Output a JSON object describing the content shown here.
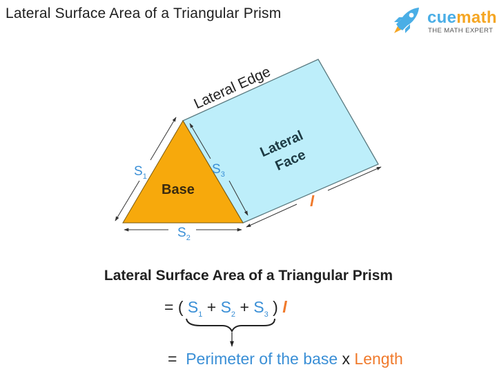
{
  "header": {
    "title": "Lateral Surface Area of a Triangular Prism"
  },
  "logo": {
    "icon": "rocket-icon",
    "word_part1": "cue",
    "word_part2": "math",
    "tagline": "THE MATH EXPERT",
    "colors": {
      "blue": "#4aaee6",
      "orange": "#f5a623"
    }
  },
  "diagram": {
    "labels": {
      "lateral_edge": "Lateral Edge",
      "lateral_face_line1": "Lateral",
      "lateral_face_line2": "Face",
      "base": "Base",
      "s1": "S",
      "s1_sub": "1",
      "s2": "S",
      "s2_sub": "2",
      "s3": "S",
      "s3_sub": "3",
      "length": "l"
    },
    "colors": {
      "base_fill": "#f7a90c",
      "face_fill": "#bdeefa",
      "edge_stroke": "#5a7a80",
      "side_label": "#3a8fd6",
      "length_label": "#f07a2c"
    }
  },
  "formula": {
    "title": "Lateral Surface Area of a Triangular Prism",
    "eq": "=",
    "open_paren": "(",
    "s": "S",
    "sub1": "1",
    "sub2": "2",
    "sub3": "3",
    "plus": "+",
    "close_paren": ")",
    "l": "l",
    "result_eq": "=",
    "perimeter": "Perimeter of the base",
    "times": "x",
    "length": "Length"
  }
}
